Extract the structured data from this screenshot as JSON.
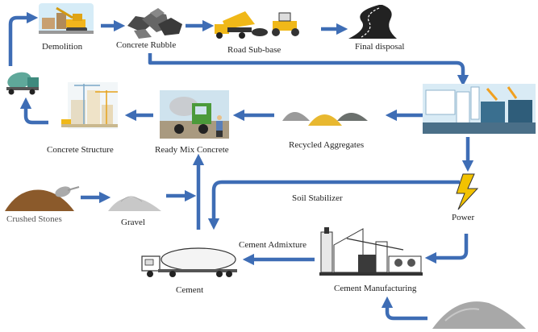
{
  "labels": {
    "demolition": "Demolition",
    "concrete_rubble": "Concrete Rubble",
    "road_subbase": "Road Sub-base",
    "final_disposal": "Final disposal",
    "concrete_structure": "Concrete Structure",
    "ready_mix_concrete": "Ready Mix Concrete",
    "recycled_aggregates": "Recycled Aggregates",
    "crushed_stones": "Crushed Stones",
    "gravel": "Gravel",
    "soil_stabilizer": "Soil Stabilizer",
    "power": "Power",
    "cement_admixture": "Cement Admixture",
    "cement": "Cement",
    "cement_manufacturing": "Cement Manufacturing"
  },
  "colors": {
    "arrow": "#3e6db5",
    "aggregate_yellow": "#e8b830",
    "aggregate_grey": "#9a9a9a",
    "soil_brown": "#8b5a2b",
    "lightning": "#f2c200",
    "sky": "#d6ecf7"
  },
  "icons": [
    "excavator-icon",
    "rubble-icon",
    "dump-truck-icon",
    "road-icon",
    "mixer-truck-icon",
    "building-crane-icon",
    "ready-mix-icon",
    "aggregate-piles-icon",
    "recycling-plant-icon",
    "lightning-icon",
    "soil-pile-icon",
    "gravel-pile-icon",
    "cement-tanker-icon",
    "cement-plant-icon",
    "powder-pile-icon"
  ]
}
